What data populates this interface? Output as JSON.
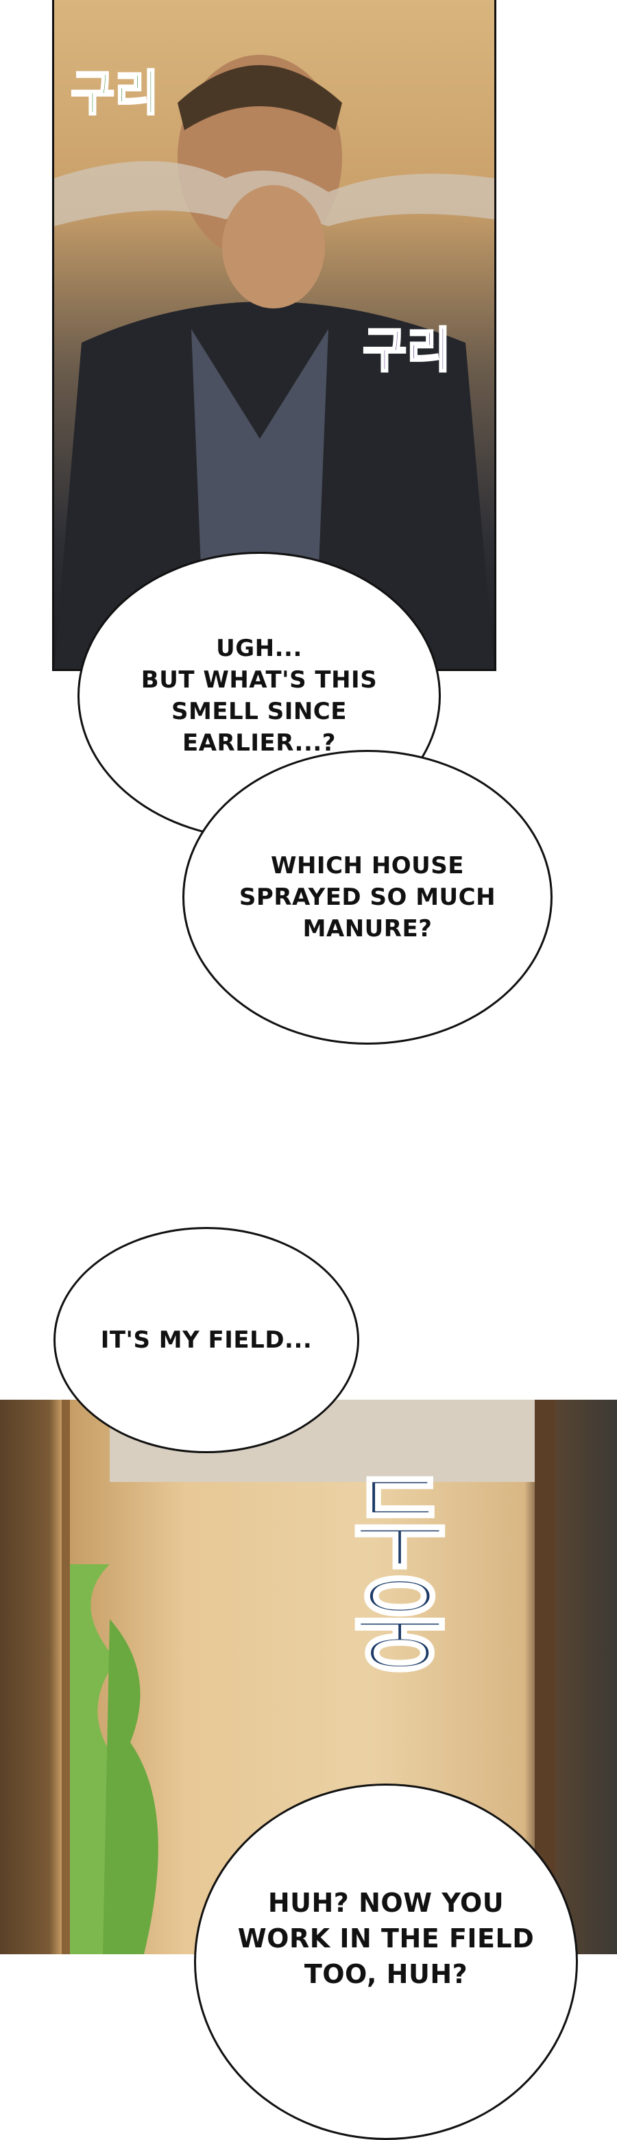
{
  "panels": [
    {
      "sfx": [
        "구리",
        "구리"
      ],
      "bubbles": [
        {
          "lines": [
            "UGH...",
            "BUT WHAT'S THIS",
            "SMELL SINCE",
            "EARLIER...?"
          ]
        },
        {
          "lines": [
            "WHICH HOUSE",
            "SPRAYED SO MUCH",
            "MANURE?"
          ]
        }
      ]
    },
    {
      "bubbles": [
        {
          "lines": [
            "IT'S MY FIELD..."
          ]
        }
      ]
    },
    {
      "sfx": [
        "두웅"
      ],
      "bubbles": [
        {
          "lines": [
            "HUH? NOW YOU",
            "WORK IN THE FIELD",
            "TOO, HUH?"
          ]
        }
      ]
    }
  ],
  "colors": {
    "sfx_green": "#3f8a3a",
    "sfx_purple": "#5b3a8a",
    "sfx_blue": "#1d3b66"
  }
}
